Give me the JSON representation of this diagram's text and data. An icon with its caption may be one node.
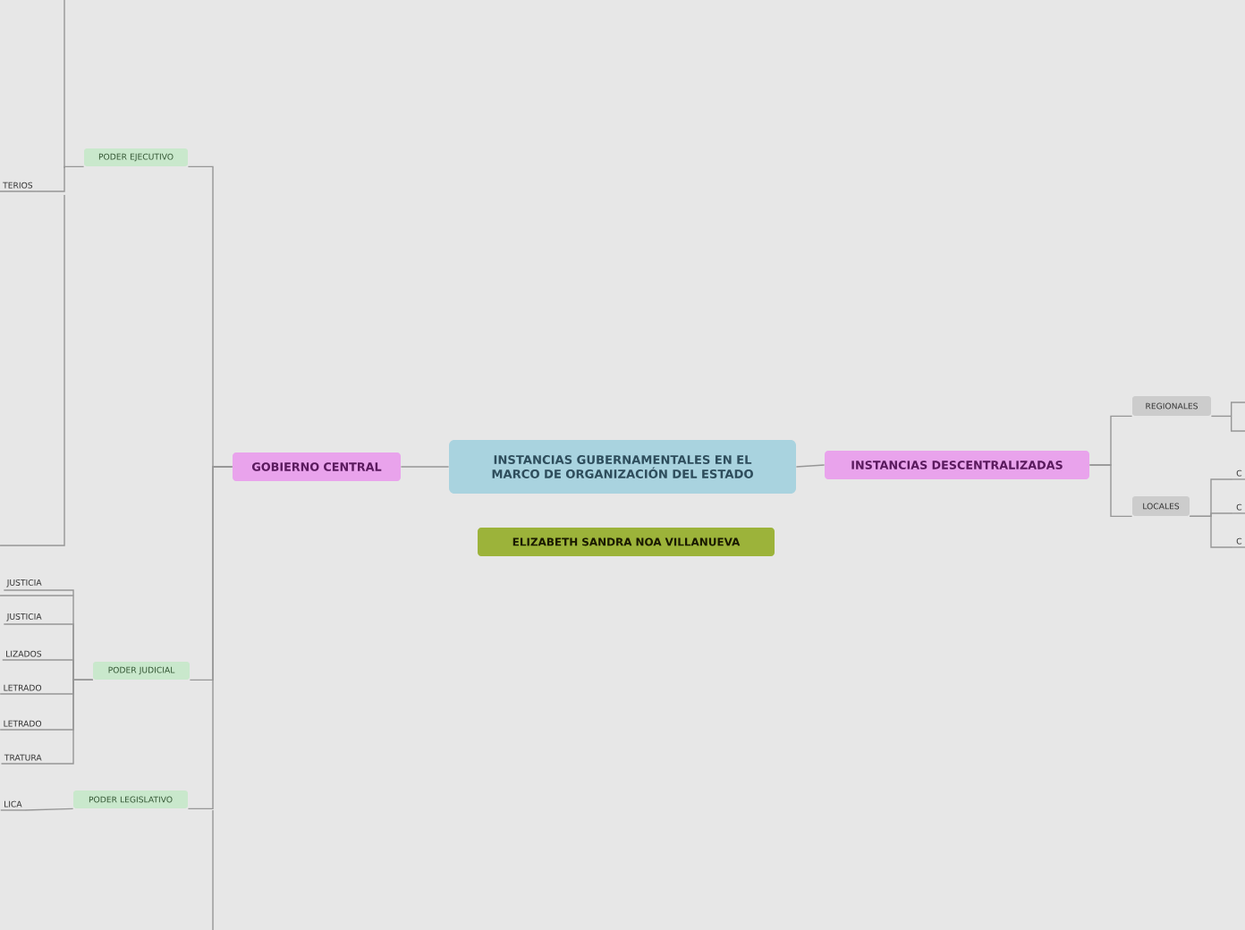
{
  "diagram": {
    "nodes": [
      {
        "text": [
          "INSTANCIAS GUBERNAMENTALES EN EL MARCO DE ORGANIZACIÓN DEL ESTADO"
        ]
      },
      {
        "text": [
          "GOBIERNO CENTRAL"
        ]
      },
      {
        "text": [
          "INSTANCIAS DESCENTRALIZADAS"
        ]
      },
      {
        "text": [
          "ELIZABETH SANDRA NOA VILLANUEVA"
        ]
      },
      {
        "text": [
          "PODER EJECUTIVO"
        ]
      },
      {
        "text": [
          "PODER JUDICIAL"
        ]
      },
      {
        "text": [
          "PODER LEGISLATIVO"
        ]
      },
      {
        "text": [
          "REGIONALES"
        ]
      },
      {
        "text": [
          "LOCALES"
        ]
      },
      {
        "text": [
          "TERIOS"
        ]
      },
      {
        "text": [
          "JUSTICIA"
        ]
      },
      {
        "text": [
          "JUSTICIA"
        ]
      },
      {
        "text": [
          "LIZADOS"
        ]
      },
      {
        "text": [
          "LETRADO"
        ]
      },
      {
        "text": [
          "LETRADO"
        ]
      },
      {
        "text": [
          "TRATURA"
        ]
      },
      {
        "text": [
          "LICA"
        ]
      },
      {
        "text": [],
        "shape": "box"
      },
      {
        "text": [
          "C"
        ]
      },
      {
        "text": [
          "C"
        ]
      },
      {
        "text": [
          "C"
        ]
      }
    ],
    "edges": [
      {
        "from": 0,
        "to": 1,
        "arrow": "none"
      },
      {
        "from": 0,
        "to": 2,
        "arrow": "none"
      },
      {
        "from": 1,
        "to": 4,
        "arrow": "none"
      },
      {
        "from": 1,
        "to": 5,
        "arrow": "none"
      },
      {
        "from": 1,
        "to": 6,
        "arrow": "none"
      },
      {
        "from": 4,
        "to": 9,
        "arrow": "none"
      },
      {
        "from": 5,
        "to": 10,
        "arrow": "none"
      },
      {
        "from": 5,
        "to": 11,
        "arrow": "none"
      },
      {
        "from": 5,
        "to": 12,
        "arrow": "none"
      },
      {
        "from": 5,
        "to": 13,
        "arrow": "none"
      },
      {
        "from": 5,
        "to": 14,
        "arrow": "none"
      },
      {
        "from": 5,
        "to": 15,
        "arrow": "none"
      },
      {
        "from": 6,
        "to": 16,
        "arrow": "none"
      },
      {
        "from": 2,
        "to": 7,
        "arrow": "none"
      },
      {
        "from": 2,
        "to": 8,
        "arrow": "none"
      },
      {
        "from": 7,
        "to": 17,
        "arrow": "none"
      },
      {
        "from": 8,
        "to": 18,
        "arrow": "none"
      },
      {
        "from": 8,
        "to": 19,
        "arrow": "none"
      },
      {
        "from": 8,
        "to": 20,
        "arrow": "none"
      }
    ]
  }
}
